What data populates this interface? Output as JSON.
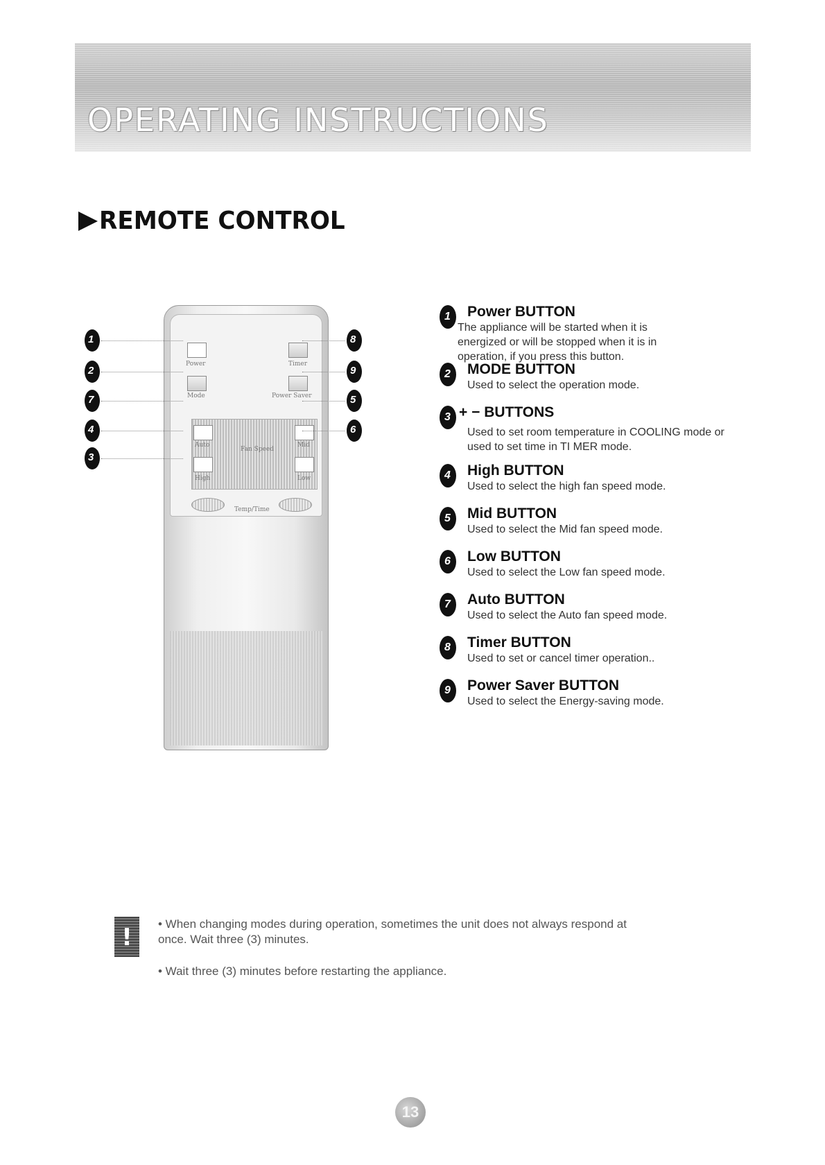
{
  "header": {
    "title": "OPERATING INSTRUCTIONS"
  },
  "section": {
    "title": "REMOTE CONTROL"
  },
  "remote": {
    "labels": {
      "power": "Power",
      "timer": "Timer",
      "mode": "Mode",
      "power_saver": "Power Saver",
      "auto": "Auto",
      "mid": "Mid",
      "fan_speed": "Fan Speed",
      "high": "High",
      "low": "Low",
      "temp_time": "Temp/Time",
      "minus": "−",
      "plus": "+"
    },
    "callouts": {
      "c1": "1",
      "c2": "2",
      "c3": "3",
      "c4": "4",
      "c5": "5",
      "c6": "6",
      "c7": "7",
      "c8": "8",
      "c9": "9"
    }
  },
  "items": [
    {
      "num": "1",
      "title": "Power BUTTON",
      "text": "The appliance will be started when it is energized or will be stopped when it is in operation, if you press this button."
    },
    {
      "num": "2",
      "title": "MODE BUTTON",
      "text": "Used to select the operation mode."
    },
    {
      "num": "3",
      "title": "+ − BUTTONS",
      "text": "Used to set room temperature in COOLING mode or used to set time in TI MER mode."
    },
    {
      "num": "4",
      "title": "High BUTTON",
      "text": "Used to select the high fan speed mode."
    },
    {
      "num": "5",
      "title": "Mid BUTTON",
      "text": "Used to select the Mid fan speed mode."
    },
    {
      "num": "6",
      "title": "Low BUTTON",
      "text": "Used to select the Low fan speed mode."
    },
    {
      "num": "7",
      "title": "Auto BUTTON",
      "text": "Used to select the Auto fan speed mode."
    },
    {
      "num": "8",
      "title": "Timer BUTTON",
      "text": "Used to set or cancel timer operation.."
    },
    {
      "num": "9",
      "title": "Power Saver BUTTON",
      "text": "Used to select the Energy-saving mode."
    }
  ],
  "notes": {
    "icon": "!",
    "note1": "• When changing modes during operation, sometimes the unit does not always respond at once. Wait three (3) minutes.",
    "note2": "• Wait three (3) minutes before restarting the appliance."
  },
  "page_number": "13"
}
